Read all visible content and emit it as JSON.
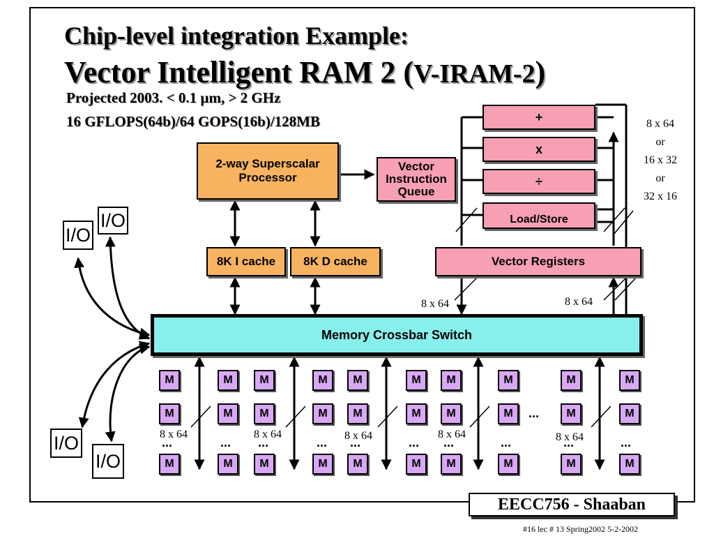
{
  "title": {
    "line1": "Chip-level integration Example:",
    "line2_main": "Vector Intelligent RAM 2  (",
    "line2_abbrev": "V-IRAM-2",
    "line2_close": ")"
  },
  "subtitle": {
    "line1": "Projected  2003.   < 0.1 µm,   > 2 GHz",
    "line2": "16 GFLOPS(64b)/64 GOPS(16b)/128MB"
  },
  "blocks": {
    "processor": "2-way Superscalar Processor",
    "vector_queue": "Vector Instruction Queue",
    "icache": "8K  I cache",
    "dcache": "8K D cache",
    "add_unit": "+",
    "mul_unit": "x",
    "div_unit": "÷",
    "load_store": "Load/Store",
    "vector_registers": "Vector Registers",
    "crossbar": "Memory Crossbar Switch"
  },
  "io_label": "I/O",
  "memory_label": "M",
  "vector_config": [
    "8 x 64",
    "or",
    "16 x 32",
    "or",
    "32 x 16"
  ],
  "bus_width_label": "8 x 64",
  "ellipsis": "...",
  "footer": {
    "course": "EECC756 - Shaaban",
    "line": "#16   lec # 13    Spring2002   5-2-2002"
  }
}
